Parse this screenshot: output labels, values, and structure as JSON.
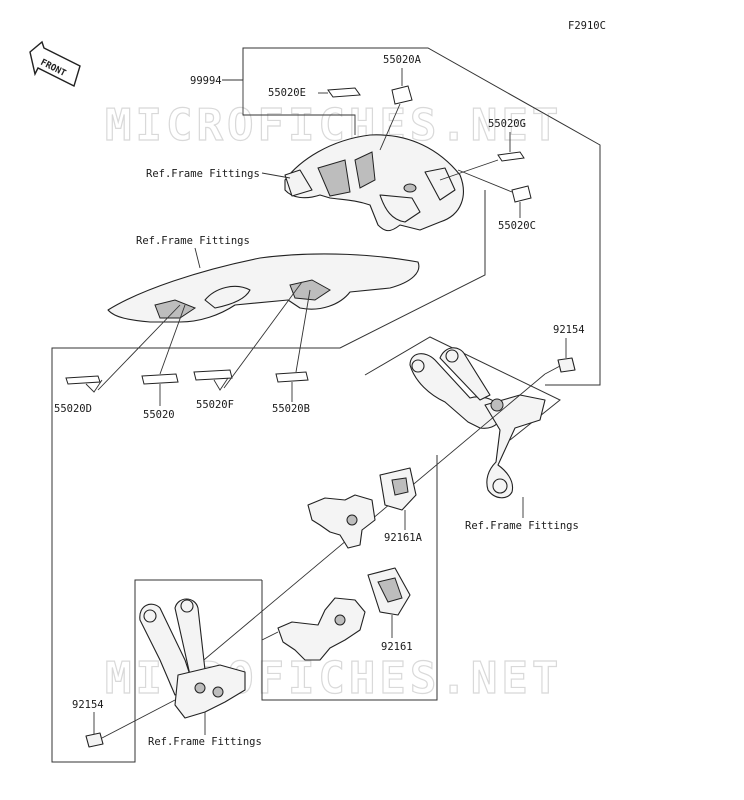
{
  "diagram": {
    "figure_code": "F2910C",
    "front_label": "FRONT",
    "watermark": "MICROFICHES.NET",
    "labels": {
      "p99994": "99994",
      "p55020A": "55020A",
      "p55020E": "55020E",
      "p55020G": "55020G",
      "p55020C": "55020C",
      "p55020D": "55020D",
      "p55020": "55020",
      "p55020F": "55020F",
      "p55020B": "55020B",
      "p92154_top": "92154",
      "p92154_bottom": "92154",
      "p92161A": "92161A",
      "p92161": "92161",
      "ref_frame_1": "Ref.Frame Fittings",
      "ref_frame_2": "Ref.Frame Fittings",
      "ref_frame_3": "Ref.Frame Fittings",
      "ref_frame_4": "Ref.Frame Fittings"
    }
  }
}
